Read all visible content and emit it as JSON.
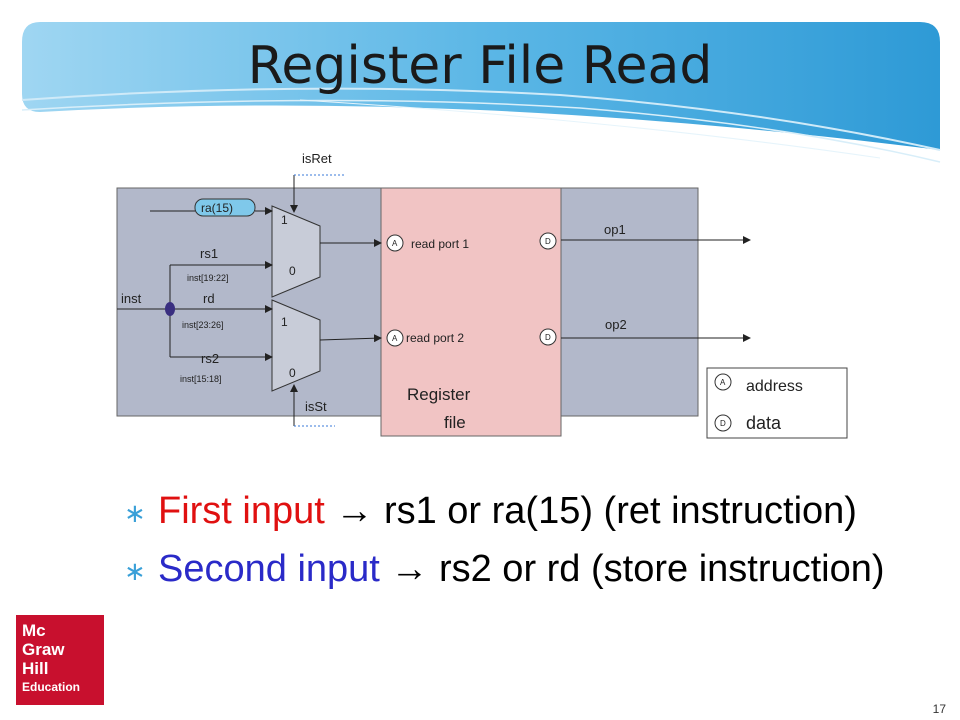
{
  "title": "Register File Read",
  "diagram": {
    "ra15": "ra(15)",
    "rs1": "rs1",
    "rs1_bits": "inst[19:22]",
    "inst": "inst",
    "rd": "rd",
    "rd_bits": "inst[23:26]",
    "rs2": "rs2",
    "rs2_bits": "inst[15:18]",
    "isRet": "isRet",
    "isSt": "isSt",
    "mux_one": "1",
    "mux_zero": "0",
    "port_a": "A",
    "port_d": "D",
    "read_port_1": "read port 1",
    "read_port_2": "read port 2",
    "regfile_line1": "Register",
    "regfile_line2": "file",
    "op1": "op1",
    "op2": "op2",
    "legend_address": "address",
    "legend_data": "data"
  },
  "bullets": [
    {
      "highlight": "First input",
      "rest": " → rs1 or ra(15) (ret instruction)",
      "color": "#e01010"
    },
    {
      "highlight": "Second input",
      "rest": " → rs2 or rd (store instruction)",
      "color": "#2a2ac8"
    }
  ],
  "logo": {
    "line1": "Mc",
    "line2": "Graw",
    "line3": "Hill",
    "line4": "Education"
  },
  "page_number": "17"
}
